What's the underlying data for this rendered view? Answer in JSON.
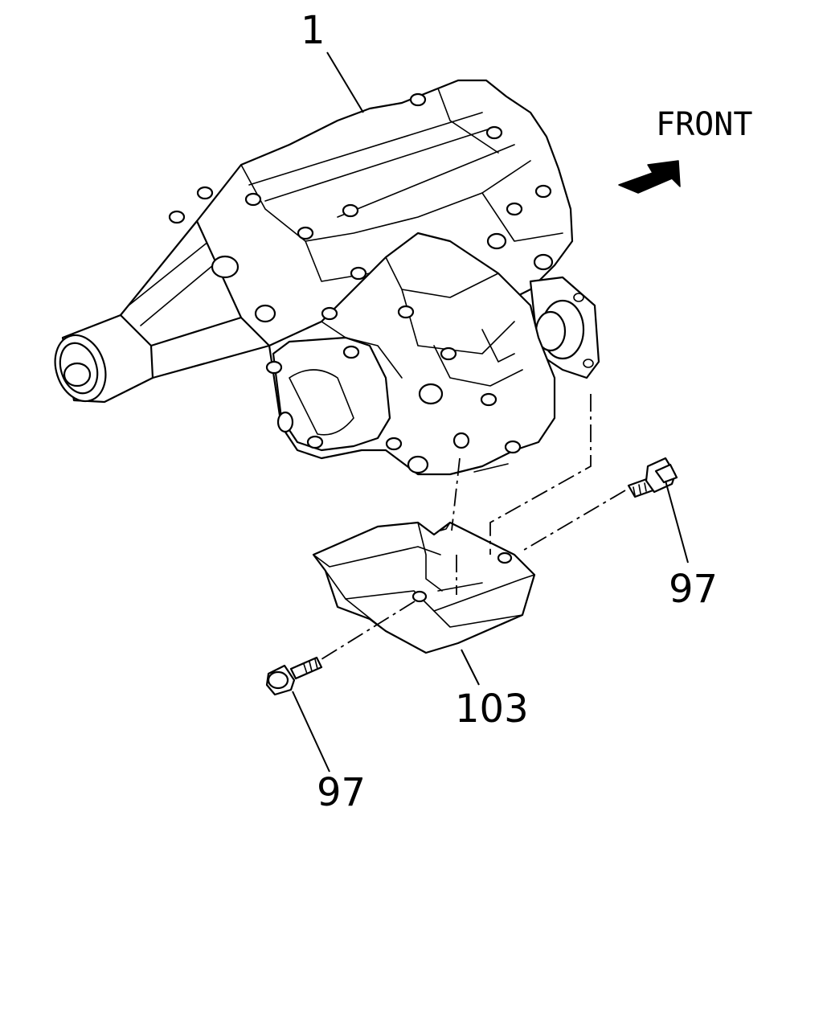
{
  "labels": {
    "transfer_case": "1",
    "bolt_right": "97",
    "bolt_left": "97",
    "protector": "103",
    "front": "FRONT"
  },
  "icons": {
    "front_arrow": "arrow-icon"
  },
  "colors": {
    "ink": "#000000",
    "paper": "#ffffff"
  }
}
